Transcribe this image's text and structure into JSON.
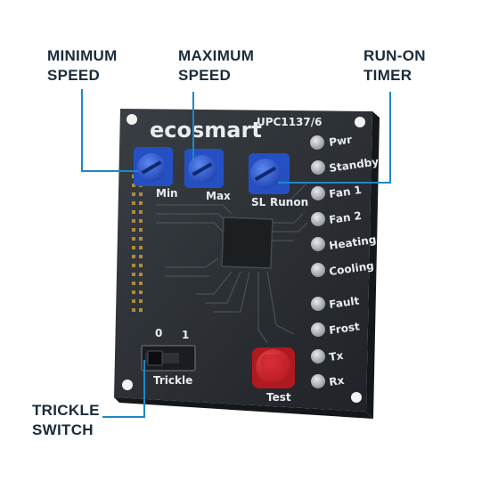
{
  "callouts": {
    "min_speed": [
      "MINIMUM",
      "SPEED"
    ],
    "max_speed": [
      "MAXIMUM",
      "SPEED"
    ],
    "run_on": [
      "RUN-ON",
      "TIMER"
    ],
    "trickle": [
      "TRICKLE",
      "SWITCH"
    ]
  },
  "board": {
    "brand": "ecosmart",
    "model": "UPC1137/6",
    "pot_labels": [
      "Min",
      "Max",
      "SL",
      "Runon"
    ],
    "switch_positions": [
      "0",
      "1"
    ],
    "switch_label": "Trickle",
    "test_label": "Test",
    "leds": [
      "Pwr",
      "Standby",
      "Fan 1",
      "Fan 2",
      "Heating",
      "Cooling",
      "Fault",
      "Frost",
      "Tx",
      "Rx"
    ]
  },
  "colors": {
    "callout_line": "#1e88c8",
    "pcb": "#2b2f33",
    "pcb_edge": "#3a3f44",
    "pot_blue": "#2f5fd6",
    "test_red": "#d8222b",
    "text_dark": "#1b2b3a"
  }
}
